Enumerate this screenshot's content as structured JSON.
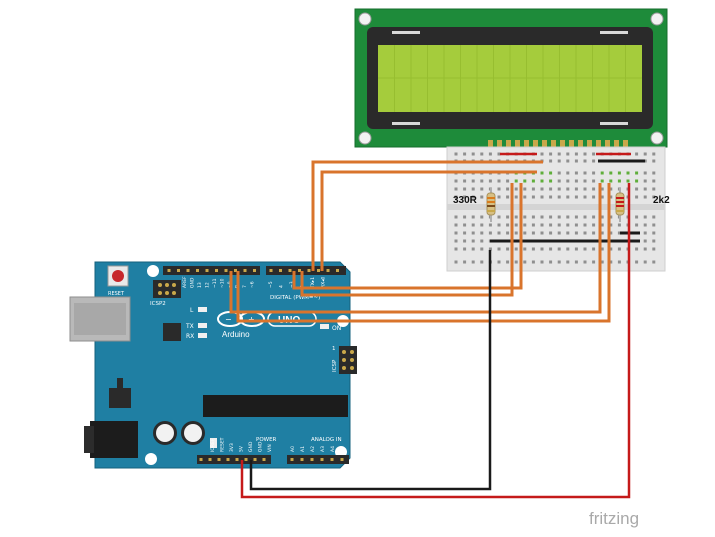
{
  "labels": {
    "resistor_left": "330R",
    "resistor_right": "2k2",
    "watermark": "fritzing"
  },
  "arduino": {
    "reset": "RESET",
    "icsp2": "ICSP2",
    "icsp": "ICSP",
    "icsp_one": "1",
    "led_l": "L",
    "led_tx": "TX",
    "led_rx": "RX",
    "led_on": "ON",
    "brand": "Arduino",
    "model": "UNO",
    "digital": "DIGITAL (PWM=~)",
    "power": "POWER",
    "analog": "ANALOG IN",
    "power_pins": [
      "IOREF",
      "RESET",
      "3V3",
      "5V",
      "GND",
      "GND",
      "VIN"
    ],
    "analog_pins": [
      "A0",
      "A1",
      "A2",
      "A3",
      "A4",
      "A5"
    ],
    "top_pins": [
      "AREF",
      "GND",
      "13",
      "12",
      "~11",
      "~10",
      "~9",
      "8",
      "7",
      "~6",
      "~5",
      "4",
      "~3",
      "2",
      "TX▸1",
      "RX◂0"
    ]
  },
  "colors": {
    "board": "#1f7fa3",
    "wire_signal": "#d9742c",
    "wire_power": "#c51a1a",
    "wire_ground": "#1a1a1a",
    "lcd_pcb": "#1e8b3a",
    "lcd_screen": "#a5cc3c"
  }
}
